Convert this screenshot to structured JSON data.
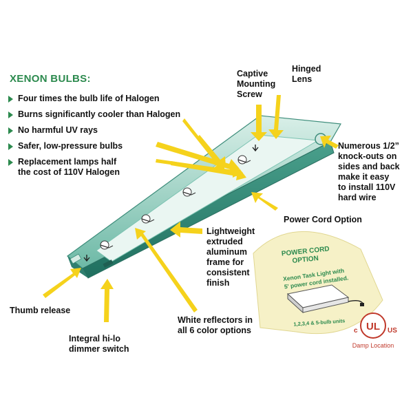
{
  "heading": "XENON BULBS:",
  "bullets": [
    "Four times the bulb life of Halogen",
    "Burns significantly cooler than Halogen",
    "No harmful UV rays",
    "Safer, low-pressure bulbs",
    "Replacement lamps half\nthe cost of 110V Halogen"
  ],
  "callouts": {
    "captive_screw": "Captive\nMounting\nScrew",
    "hinged_lens": "Hinged\nLens",
    "knockouts": "Numerous 1/2”\nknock-outs on\nsides and back\nmake it easy\nto install 110V\nhard wire",
    "power_cord_option": "Power Cord Option",
    "lightweight_frame": "Lightweight\nextruded\naluminum\nframe for\nconsistent\nfinish",
    "thumb_release": "Thumb release",
    "dimmer_switch": "Integral hi-lo\ndimmer switch",
    "white_reflectors": "White reflectors in\nall 6 color options"
  },
  "inset": {
    "title_line1": "POWER CORD",
    "title_line2": "OPTION",
    "desc_line1": "Xenon Task Light with",
    "desc_line2": "5' power cord installed.",
    "units": "1,2,3,4 & 5-bulb units"
  },
  "ul_mark": {
    "letters": "UL",
    "c": "c",
    "us": "US",
    "caption": "Damp Location"
  },
  "colors": {
    "heading_green": "#2c8a4e",
    "fixture_teal": "#5fb3a2",
    "arrow_yellow": "#f5d21c",
    "inset_bg": "#f6f1c7",
    "ul_red": "#c0392b"
  }
}
